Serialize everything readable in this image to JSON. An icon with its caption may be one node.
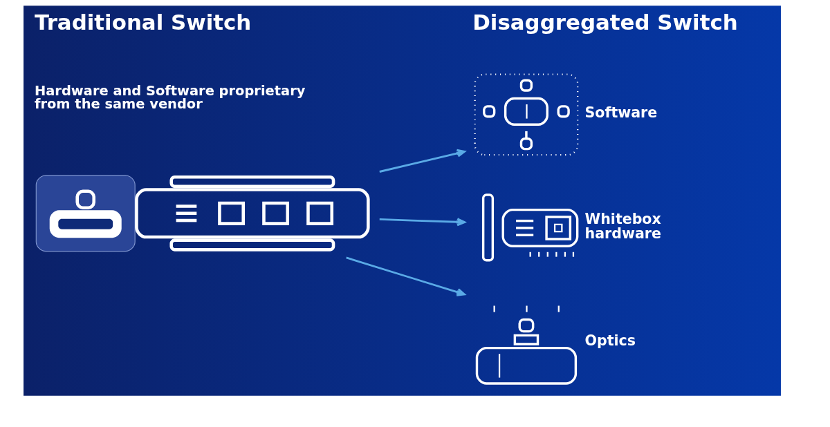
{
  "diagram": {
    "nodes": [
      {
        "text": [],
        "shape": "picture"
      },
      {
        "text": [],
        "shape": "picture",
        "beside": [
          "Software"
        ]
      },
      {
        "text": [],
        "shape": "picture",
        "beside": [
          "Whitebox hardware"
        ]
      },
      {
        "text": [],
        "shape": "picture",
        "beside": [
          "Optics"
        ]
      }
    ],
    "edges": [
      {
        "from": 0,
        "to": 1,
        "arrow": "to"
      },
      {
        "from": 0,
        "to": 2,
        "arrow": "to"
      },
      {
        "from": 0,
        "to": 3,
        "arrow": "to"
      }
    ],
    "labels": [
      "Traditional Switch",
      "Hardware and Software proprietary from the same vendor",
      "Disaggregated Switch"
    ]
  }
}
